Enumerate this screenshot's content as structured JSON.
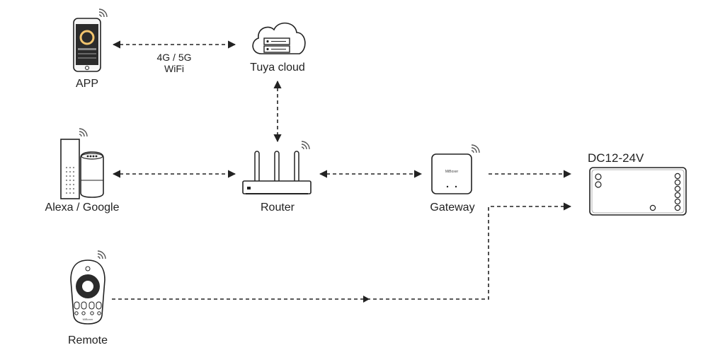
{
  "nodes": {
    "app": {
      "label": "APP"
    },
    "cloud": {
      "label": "Tuya cloud"
    },
    "voice": {
      "label": "Alexa / Google"
    },
    "router": {
      "label": "Router"
    },
    "gateway": {
      "label": "Gateway",
      "brand": "MiBoxer"
    },
    "controller": {
      "label": "DC12-24V"
    },
    "remote": {
      "label": "Remote",
      "brand": "MiBoxer"
    }
  },
  "links": {
    "app_cloud": {
      "line1": "4G / 5G",
      "line2": "WiFi"
    }
  },
  "icons": {
    "wifi": "wifi-signal-icon",
    "phone": "smartphone-icon",
    "cloud": "cloud-server-icon",
    "speaker": "smart-speaker-icon",
    "router": "router-icon",
    "gateway": "gateway-icon",
    "controller": "led-controller-icon",
    "remote": "remote-control-icon"
  },
  "colors": {
    "stroke": "#222222",
    "dim": "#888888",
    "fill_light": "#f4f4f4"
  }
}
